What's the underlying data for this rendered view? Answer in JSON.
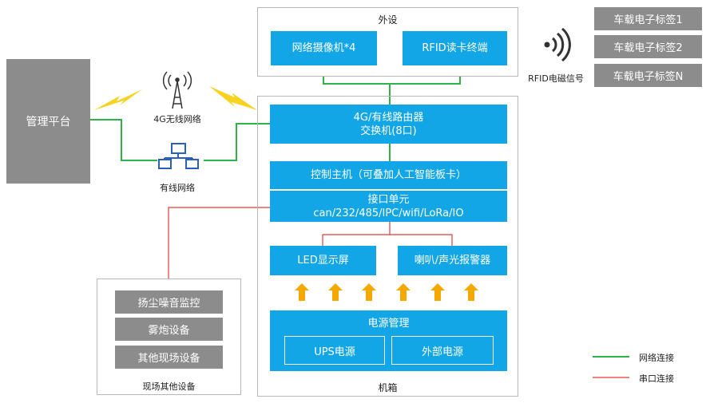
{
  "management": {
    "label": "管理平台"
  },
  "network": {
    "wireless_label": "4G无线网络",
    "wired_label": "有线网络"
  },
  "peripherals": {
    "title": "外设",
    "camera": "网络摄像机*4",
    "rfid_reader": "RFID读卡终端"
  },
  "rfid_signal": {
    "label": "RFID电磁信号"
  },
  "tags": [
    "车载电子标签1",
    "车载电子标签2",
    "车载电子标签N"
  ],
  "cabinet": {
    "title": "机箱",
    "router_line1": "4G/有线路由器",
    "router_line2": "交换机(8口)",
    "host": "控制主机（可叠加人工智能板卡）",
    "interface_title": "接口单元",
    "interface_detail": "can/232/485/IPC/wifi/LoRa/IO",
    "led": "LED显示屏",
    "alarm": "喇叭/声光报警器",
    "power_title": "电源管理",
    "ups": "UPS电源",
    "external_power": "外部电源"
  },
  "field": {
    "title": "现场其他设备",
    "items": [
      "扬尘噪音监控",
      "雾炮设备",
      "其他现场设备"
    ]
  },
  "legend": {
    "network_line": "网络连接",
    "serial_line": "串口连接"
  },
  "colors": {
    "blue": "#12a6e6",
    "green": "#2db34a",
    "red": "#e33b3b",
    "orange": "#f5a800",
    "yellow": "#f7d21e",
    "gray": "#8c8c8c"
  }
}
